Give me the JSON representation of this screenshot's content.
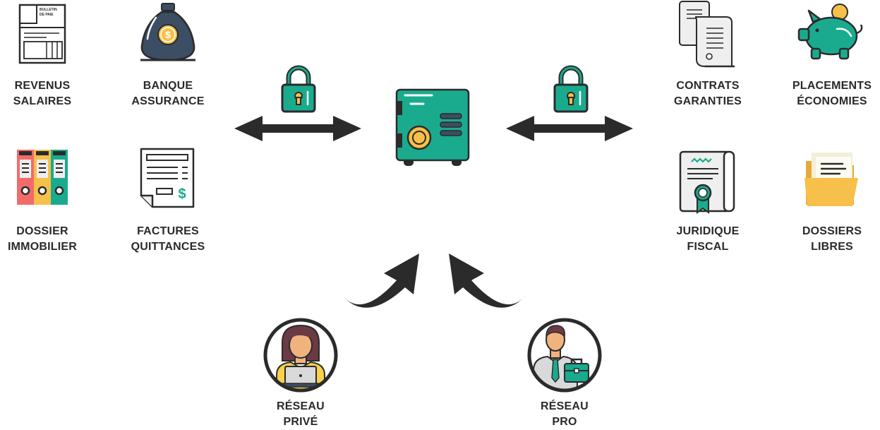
{
  "colors": {
    "dark": "#2b2b2b",
    "teal": "#1aab8e",
    "yellow": "#f7c04a",
    "red": "#f26b6b",
    "navy": "#3c4e63",
    "skin": "#f0b37e",
    "paper": "#efefef"
  },
  "left_items": [
    {
      "line1": "REVENUS",
      "line2": "SALAIRES",
      "icon": "payslip-icon",
      "icon_text_1": "BULLETIN",
      "icon_text_2": "DE PAIE"
    },
    {
      "line1": "BANQUE",
      "line2": "ASSURANCE",
      "icon": "money-bag-icon",
      "icon_text_1": "$"
    },
    {
      "line1": "DOSSIER",
      "line2": "IMMOBILIER",
      "icon": "binders-icon"
    },
    {
      "line1": "FACTURES",
      "line2": "QUITTANCES",
      "icon": "invoice-icon",
      "icon_text_1": "$"
    }
  ],
  "right_items": [
    {
      "line1": "CONTRATS",
      "line2": "GARANTIES",
      "icon": "contract-scroll-icon"
    },
    {
      "line1": "PLACEMENTS",
      "line2": "ÉCONOMIES",
      "icon": "piggy-bank-icon"
    },
    {
      "line1": "JURIDIQUE",
      "line2": "FISCAL",
      "icon": "certificate-icon"
    },
    {
      "line1": "DOSSIERS",
      "line2": "LIBRES",
      "icon": "folder-icon"
    }
  ],
  "networks": [
    {
      "line1": "RÉSEAU",
      "line2": "PRIVÉ",
      "icon": "woman-laptop-icon"
    },
    {
      "line1": "RÉSEAU",
      "line2": "PRO",
      "icon": "businessman-briefcase-icon"
    }
  ],
  "center": {
    "icon": "safe-icon"
  },
  "connectors": [
    "padlock-icon",
    "double-arrow-icon",
    "curved-arrow-icon"
  ]
}
